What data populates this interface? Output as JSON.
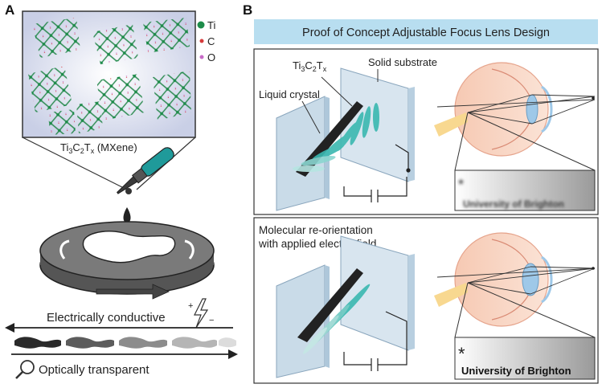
{
  "panel_a": {
    "letter": "A",
    "legend": [
      {
        "label": "Ti",
        "color": "#1e8c4a"
      },
      {
        "label": "C",
        "color": "#d63b3b"
      },
      {
        "label": "O",
        "color": "#c86bc8"
      }
    ],
    "mxene_prefix": "Ti",
    "mxene_sub1": "3",
    "mxene_mid": "C",
    "mxene_sub2": "2",
    "mxene_t": "T",
    "mxene_sub3": "x",
    "mxene_suffix": " (MXene)",
    "conductive_label": "Electrically conductive",
    "transparent_label": "Optically transparent",
    "dropper_color": "#1f9a9a"
  },
  "panel_b": {
    "letter": "B",
    "banner_title": "Proof of Concept Adjustable Focus Lens Design",
    "banner_color": "#b8def0",
    "top": {
      "ti_prefix": "Ti",
      "ti_sub1": "3",
      "ti_mid": "C",
      "ti_sub2": "2",
      "ti_t": "T",
      "ti_sub3": "x",
      "substrate_label": "Solid substrate",
      "lc_label": "Liquid crystal",
      "image_text": "University of Brighton"
    },
    "bottom": {
      "line1": "Molecular re-orientation",
      "line2": "with applied electric field",
      "image_text": "University of Brighton"
    },
    "lc_color": "#3ab8b0",
    "plate_color": "#c9dbe8"
  }
}
